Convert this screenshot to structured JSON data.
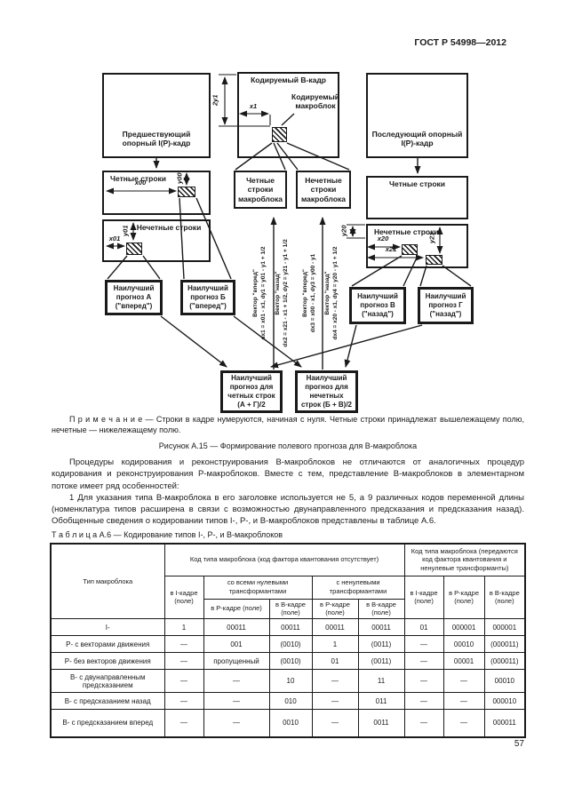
{
  "page": {
    "header": "ГОСТ Р 54998—2012",
    "number": "57"
  },
  "figure": {
    "boxes": {
      "prev_frame": "Предшествующий опорный I(P)-кадр",
      "coded_frame": "Кодируемый В-кадр",
      "coded_macroblock": "Кодируемый макроблок",
      "next_frame": "Последующий опорный I(P)-кадр",
      "even_lines_left": "Четные строки",
      "odd_lines_left": "Нечетные строки",
      "mb_even_lines": "Четные строки макроблока",
      "mb_odd_lines": "Нечетные строки макроблока",
      "even_lines_right": "Четные строки",
      "odd_lines_right": "Нечетные строки",
      "pred_a": "Наилучший прогноз А (\"вперед\")",
      "pred_b": "Наилучший прогноз Б (\"вперед\")",
      "pred_v": "Наилучший прогноз В (\"назад\")",
      "pred_g": "Наилучший прогноз Г (\"назад\")",
      "merge_even": "Наилучший прогноз для четных строк (А + Г)/2",
      "merge_odd": "Наилучший прогноз для нечетных строк (Б + В)/2"
    },
    "dims": {
      "two_y1": "2y1",
      "x1": "x1",
      "x00": "x00",
      "y00": "y00",
      "x01": "x01",
      "y01": "y01",
      "x20": "x20",
      "y20": "y20",
      "x21": "x21",
      "y21": "y21"
    },
    "vectors": [
      {
        "name": "Вектор \"вперед\"",
        "formula": "dx1 = x01 - x1, dy1 = y01 - y1 + 1/2"
      },
      {
        "name": "Вектор \"назад\"",
        "formula": "dx2 = x21 - x1 + 1/2, dy2 = y21 - y1 + 1/2"
      },
      {
        "name": "Вектор \"вперед\"",
        "formula": "dx3 = x00 - x1, dy3 = y00 - y1"
      },
      {
        "name": "Вектор \"назад\"",
        "formula": "dx4 = x20 - x1, dy4 = y20 - y1 + 1/2"
      }
    ],
    "note": "П р и м е ч а н и е — Строки в кадре нумеруются, начиная с нуля. Четные строки принадлежат вышележащему полю, нечетные — нижележащему полю.",
    "caption": "Рисунок А.15 — Формирование полевого прогноза для В-макроблока"
  },
  "text": {
    "para1": "Процедуры кодирования и реконструирования В-макроблоков  не отличаются от аналогичных процедур кодирования и реконструирования Р-макроблоков. Вместе с тем, представление В-макроблоков  в элементарном потоке имеет ряд особенностей:",
    "para2": "1 Для указания типа В-макроблока в его заголовке используется не 5, а 9 различных кодов переменной длины (номенклатура типов расширена в связи с возможностью двунаправленного предсказания и предсказания назад). Обобщенные сведения о кодировании типов I-, P-, и В-макроблоков представлены в таблице А.6."
  },
  "table": {
    "label": "Т а б л и ц а  А.6 — Кодирование типов I-, P-, и В-макроблоков",
    "headers": {
      "col_type": "Тип макроблока",
      "group_left": "Код типа макроблока (код фактора квантования отсутствует)",
      "group_right": "Код типа макроблока (передаются код фактора квантования и ненулевые трансформанты)",
      "i_frame": "в I-кадре (поле)",
      "p_frame": "в P-кадре (поле)",
      "b_frame": "в B-кадре (поле)",
      "sub_zero": "со всеми нулевыми трансформантами",
      "sub_nonzero": "с ненулевыми трансформантами"
    },
    "rows": [
      {
        "type": "I-",
        "cells": [
          "1",
          "00011",
          "00011",
          "00011",
          "00011",
          "01",
          "000001",
          "000001"
        ]
      },
      {
        "type": "P- с векторами движения",
        "cells": [
          "—",
          "001",
          "(0010)",
          "1",
          "(0011)",
          "—",
          "00010",
          "(000011)"
        ]
      },
      {
        "type": "P- без векторов движения",
        "cells": [
          "—",
          "пропущенный",
          "(0010)",
          "01",
          "(0011)",
          "—",
          "00001",
          "(000011)"
        ]
      },
      {
        "type": "B- с двунаправленным предсказанием",
        "cells": [
          "—",
          "—",
          "10",
          "—",
          "11",
          "—",
          "—",
          "00010"
        ]
      },
      {
        "type": "B- с предсказанием назад",
        "cells": [
          "—",
          "—",
          "010",
          "—",
          "011",
          "—",
          "—",
          "000010"
        ]
      },
      {
        "type": "B- с предсказанием вперед",
        "cells": [
          "—",
          "—",
          "0010",
          "—",
          "0011",
          "—",
          "—",
          "000011"
        ]
      }
    ]
  }
}
